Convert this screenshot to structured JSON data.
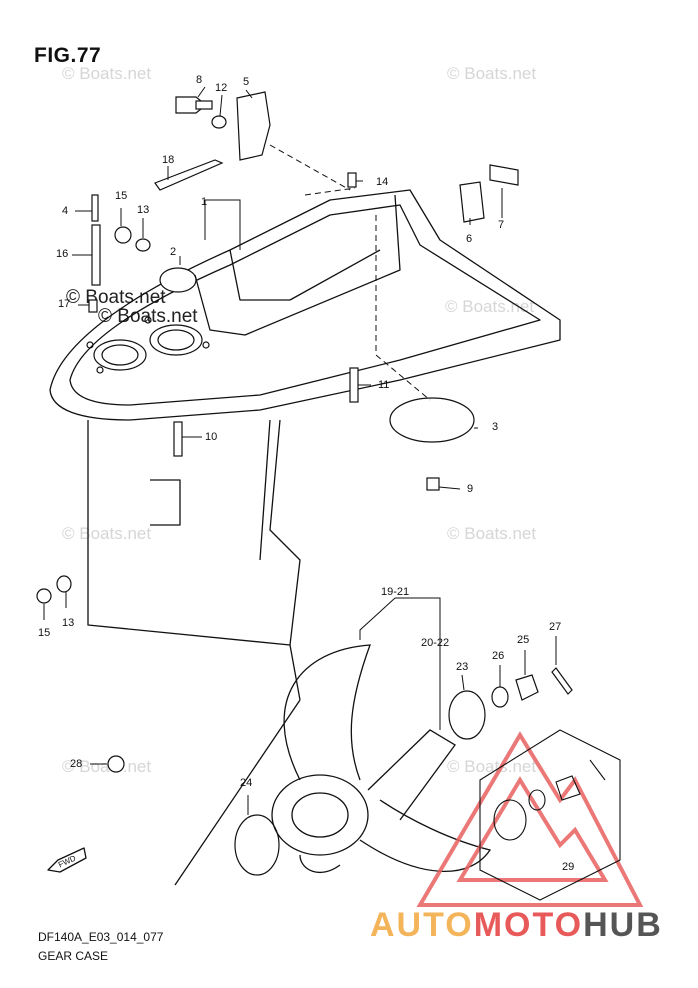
{
  "figure": {
    "title": "FIG.77"
  },
  "footer": {
    "code": "DF140A_E03_014_077",
    "name": "GEAR CASE"
  },
  "watermark": {
    "text": "© Boats.net"
  },
  "brand": {
    "part1": "AUTO",
    "part2": "MOTO",
    "part3": "HUB"
  },
  "colors": {
    "brand_orange": "#f4b45a",
    "brand_red": "#e85a5a",
    "brand_gray": "#555555",
    "triangle": "#e86060"
  },
  "fwd_label": "FWD",
  "callouts": [
    {
      "id": "8",
      "label": "8"
    },
    {
      "id": "12",
      "label": "12"
    },
    {
      "id": "5",
      "label": "5"
    },
    {
      "id": "18",
      "label": "18"
    },
    {
      "id": "14",
      "label": "14"
    },
    {
      "id": "6",
      "label": "6"
    },
    {
      "id": "7",
      "label": "7"
    },
    {
      "id": "4",
      "label": "4"
    },
    {
      "id": "15a",
      "label": "15"
    },
    {
      "id": "13a",
      "label": "13"
    },
    {
      "id": "1",
      "label": "1"
    },
    {
      "id": "2",
      "label": "2"
    },
    {
      "id": "16",
      "label": "16"
    },
    {
      "id": "17",
      "label": "17"
    },
    {
      "id": "11",
      "label": "11"
    },
    {
      "id": "3",
      "label": "3"
    },
    {
      "id": "10",
      "label": "10"
    },
    {
      "id": "9",
      "label": "9"
    },
    {
      "id": "15b",
      "label": "15"
    },
    {
      "id": "13b",
      "label": "13"
    },
    {
      "id": "19-21",
      "label": "19-21"
    },
    {
      "id": "20-22",
      "label": "20-22"
    },
    {
      "id": "27",
      "label": "27"
    },
    {
      "id": "25",
      "label": "25"
    },
    {
      "id": "26",
      "label": "26"
    },
    {
      "id": "23",
      "label": "23"
    },
    {
      "id": "28",
      "label": "28"
    },
    {
      "id": "24",
      "label": "24"
    },
    {
      "id": "29",
      "label": "29"
    }
  ]
}
